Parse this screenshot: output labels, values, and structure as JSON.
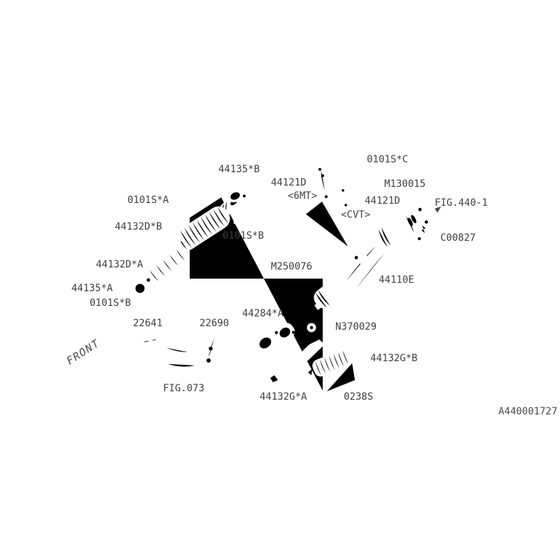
{
  "diagram": {
    "title_hint": "Exhaust parts diagram",
    "drawing_number": "A440001727",
    "front_indicator": "FRONT",
    "colors": {
      "line": "#4a4a4a",
      "text": "#3f3f3f",
      "background": "#ffffff"
    },
    "labels": [
      {
        "id": "44135-b",
        "text": "44135*B"
      },
      {
        "id": "0101s-a",
        "text": "0101S*A"
      },
      {
        "id": "44132d-b",
        "text": "44132D*B"
      },
      {
        "id": "0101s-b-upper",
        "text": "0101S*B"
      },
      {
        "id": "44132d-a",
        "text": "44132D*A"
      },
      {
        "id": "44135-a",
        "text": "44135*A"
      },
      {
        "id": "0101s-b-lower",
        "text": "0101S*B"
      },
      {
        "id": "22641",
        "text": "22641"
      },
      {
        "id": "22690",
        "text": "22690"
      },
      {
        "id": "fig-073",
        "text": "FIG.073"
      },
      {
        "id": "44284-a",
        "text": "44284*A"
      },
      {
        "id": "n370029",
        "text": "N370029"
      },
      {
        "id": "m250076",
        "text": "M250076"
      },
      {
        "id": "44110e",
        "text": "44110E"
      },
      {
        "id": "44121d-6mt",
        "text": "44121D"
      },
      {
        "id": "6mt",
        "text": "<6MT>"
      },
      {
        "id": "0101s-c",
        "text": "0101S*C"
      },
      {
        "id": "m130015",
        "text": "M130015"
      },
      {
        "id": "44121d-cvt",
        "text": "44121D"
      },
      {
        "id": "cvt",
        "text": "<CVT>"
      },
      {
        "id": "fig-440-1",
        "text": "FIG.440-1"
      },
      {
        "id": "c00827",
        "text": "C00827"
      },
      {
        "id": "44132g-b",
        "text": "44132G*B"
      },
      {
        "id": "44132g-a",
        "text": "44132G*A"
      },
      {
        "id": "0238s",
        "text": "0238S"
      }
    ]
  }
}
